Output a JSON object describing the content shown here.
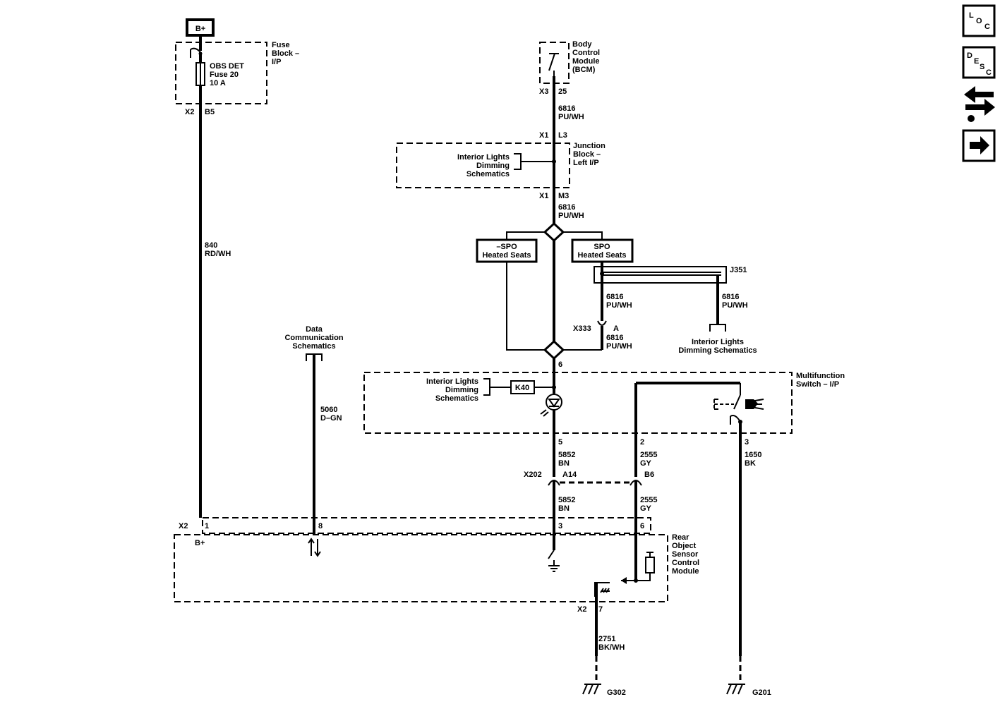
{
  "power": {
    "bplus": "B+"
  },
  "fuse_block": {
    "name": [
      "Fuse",
      "Block –",
      "I/P"
    ],
    "fuse": [
      "OBS DET",
      "Fuse 20",
      "10 A"
    ],
    "conn": "X2",
    "pin": "B5"
  },
  "bcm": {
    "name": [
      "Body",
      "Control",
      "Module",
      "(BCM)"
    ],
    "conn": "X3",
    "pin": "25"
  },
  "wires": {
    "w6816a": [
      "6816",
      "PU/WH"
    ],
    "w6816b": [
      "6816",
      "PU/WH"
    ],
    "w6816c": [
      "6816",
      "PU/WH"
    ],
    "w6816d": [
      "6816",
      "PU/WH"
    ],
    "w6816e": [
      "6816",
      "PU/WH"
    ],
    "w840": [
      "840",
      "RD/WH"
    ],
    "w5060": [
      "5060",
      "D–GN"
    ],
    "w5852a": [
      "5852",
      "BN"
    ],
    "w5852b": [
      "5852",
      "BN"
    ],
    "w2555a": [
      "2555",
      "GY"
    ],
    "w2555b": [
      "2555",
      "GY"
    ],
    "w1650": [
      "1650",
      "BK"
    ],
    "w2751": [
      "2751",
      "BK/WH"
    ]
  },
  "junction_block": {
    "name": [
      "Junction",
      "Block –",
      "Left I/P"
    ],
    "conn_top": "X1",
    "pin_top": "L3",
    "conn_bot": "X1",
    "pin_bot": "M3"
  },
  "links": {
    "ild_schem": [
      "Interior Lights",
      "Dimming",
      "Schematics"
    ],
    "ild_schem_mfs": [
      "Interior Lights",
      "Dimming",
      "Schematics"
    ],
    "ild_schem_j351": [
      "Interior Lights",
      "Dimming Schematics"
    ],
    "data_comm": [
      "Data",
      "Communication",
      "Schematics"
    ]
  },
  "options": {
    "no_spo": [
      "–SPO",
      "Heated Seats"
    ],
    "spo": [
      "SPO",
      "Heated Seats"
    ]
  },
  "splice": {
    "j351": "J351",
    "x333": "X333",
    "x333_pin": "A",
    "pin6": "6"
  },
  "mfs": {
    "name": [
      "Multifunction",
      "Switch – I/P"
    ],
    "k40": "K40",
    "pin5": "5",
    "pin2": "2",
    "pin3": "3"
  },
  "x202": {
    "conn": "X202",
    "pin_a14": "A14",
    "pin_b6": "B6"
  },
  "rosc": {
    "name": [
      "Rear",
      "Object",
      "Sensor",
      "Control",
      "Module"
    ],
    "conn": "X2",
    "pin1": "1",
    "pin_bplus": "B+",
    "pin8": "8",
    "pin3": "3",
    "pin6": "6",
    "conn2": "X2",
    "pin7": "7"
  },
  "grounds": {
    "g302": "G302",
    "g201": "G201"
  },
  "nav": {
    "loc": [
      "L",
      "O",
      "C"
    ],
    "desc": [
      "D",
      "E",
      "S",
      "C"
    ],
    "icons": [
      "connector-swap-icon",
      "arrow-right-icon"
    ]
  }
}
